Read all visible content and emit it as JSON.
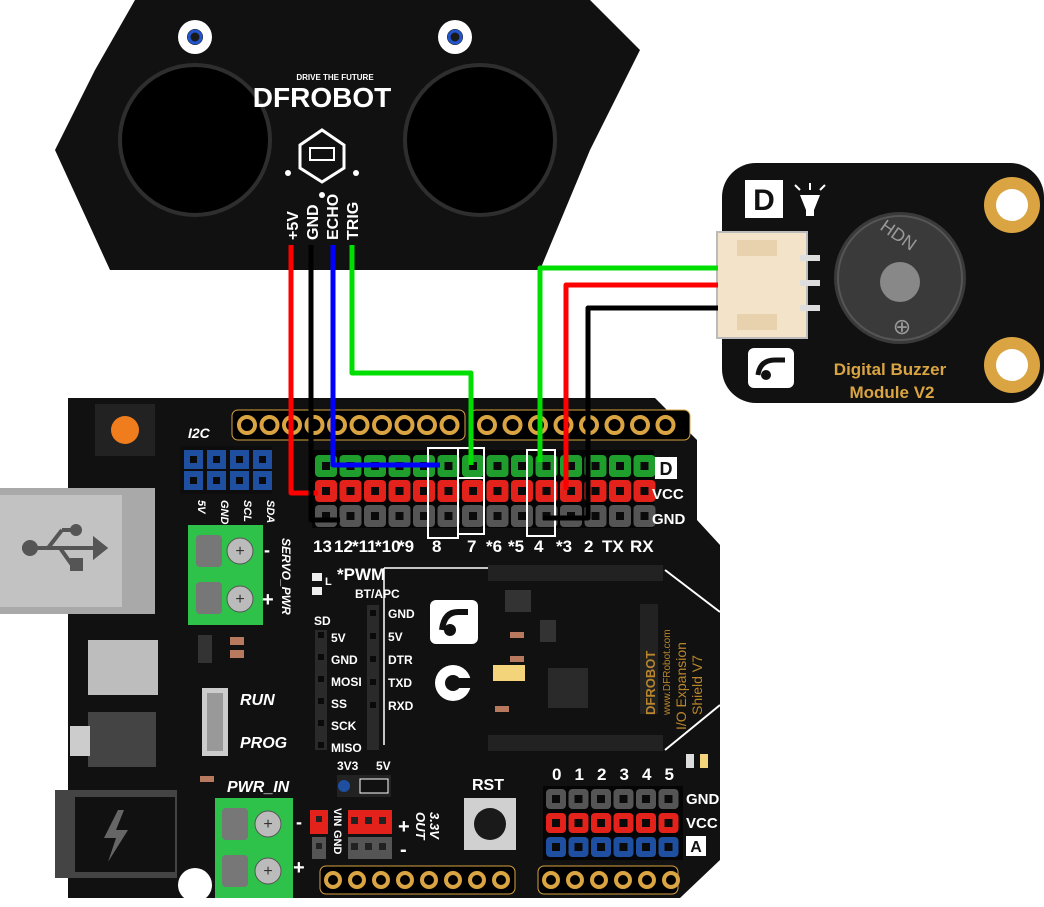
{
  "sensor": {
    "brand": "DFROBOT",
    "tagline": "DRIVE THE FUTURE",
    "pins": [
      "+5V",
      "GND",
      "ECHO",
      "TRIG"
    ]
  },
  "buzzer": {
    "title_line1": "Digital Buzzer",
    "title_line2": "Module V2",
    "type_badge": "D",
    "hdn_text": "HDN",
    "plus_mark": "⊕"
  },
  "shield": {
    "i2c_label": "I2C",
    "i2c_pins": [
      "5V",
      "GND",
      "SCL",
      "SDA"
    ],
    "servo_label": "SERVO_PWR",
    "servo_minus": "-",
    "servo_plus": "+",
    "digital_row_labels": [
      "D",
      "VCC",
      "GND"
    ],
    "digital_numbers": [
      "13",
      "12",
      "*11",
      "*10",
      "*9",
      "8",
      "7",
      "*6",
      "*5",
      "4",
      "*3",
      "2",
      "TX",
      "RX"
    ],
    "led_label": "L",
    "pwm_label": "*PWM",
    "bt_label": "BT/APC",
    "bt_pins": [
      "GND",
      "5V",
      "DTR",
      "TXD",
      "RXD"
    ],
    "sd_label": "SD",
    "sd_pins": [
      "5V",
      "GND",
      "MOSI",
      "SS",
      "SCK",
      "MISO"
    ],
    "run_label": "RUN",
    "prog_label": "PROG",
    "pwr_in_label": "PWR_IN",
    "voltage_options": [
      "3V3",
      "5V"
    ],
    "vin_label": "VIN",
    "gnd_label": "GND",
    "out_label_line1": "3.3V",
    "out_label_line2": "OUT",
    "rst_label": "RST",
    "analog_numbers": [
      "0",
      "1",
      "2",
      "3",
      "4",
      "5"
    ],
    "analog_row_labels": [
      "GND",
      "VCC",
      "A"
    ],
    "side_brand": "DFROBOT",
    "side_url": "www.DFRobot.com",
    "side_title": "I/O Expansion",
    "side_version": "Shield V7"
  },
  "colors": {
    "board": "#111111",
    "wire_red": "#ff0000",
    "wire_blue": "#0000ff",
    "wire_green": "#00dd00",
    "wire_black": "#000000",
    "header_green": "#1f9e2d",
    "header_red": "#e3231b",
    "header_gray": "#555555",
    "header_blue": "#1e4fa0",
    "gold": "#d9a441"
  }
}
